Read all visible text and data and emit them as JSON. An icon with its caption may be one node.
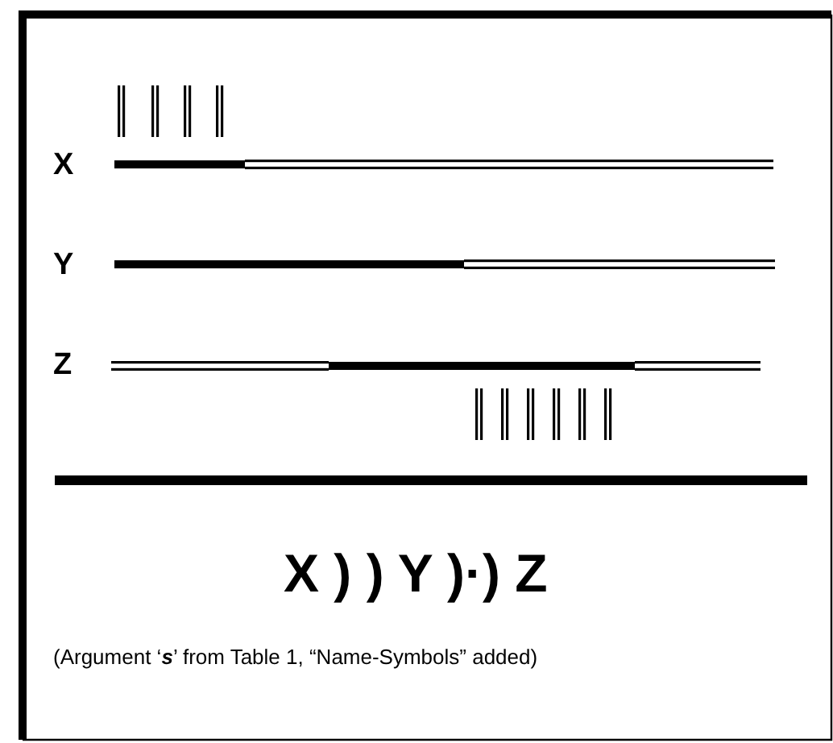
{
  "diagram": {
    "labels": [
      "X",
      "Y",
      "Z",
      "X ) ) Y )·) Z",
      "(Argument ‘**s**’ from Table 1, “Name-Symbols” added)"
    ]
  }
}
